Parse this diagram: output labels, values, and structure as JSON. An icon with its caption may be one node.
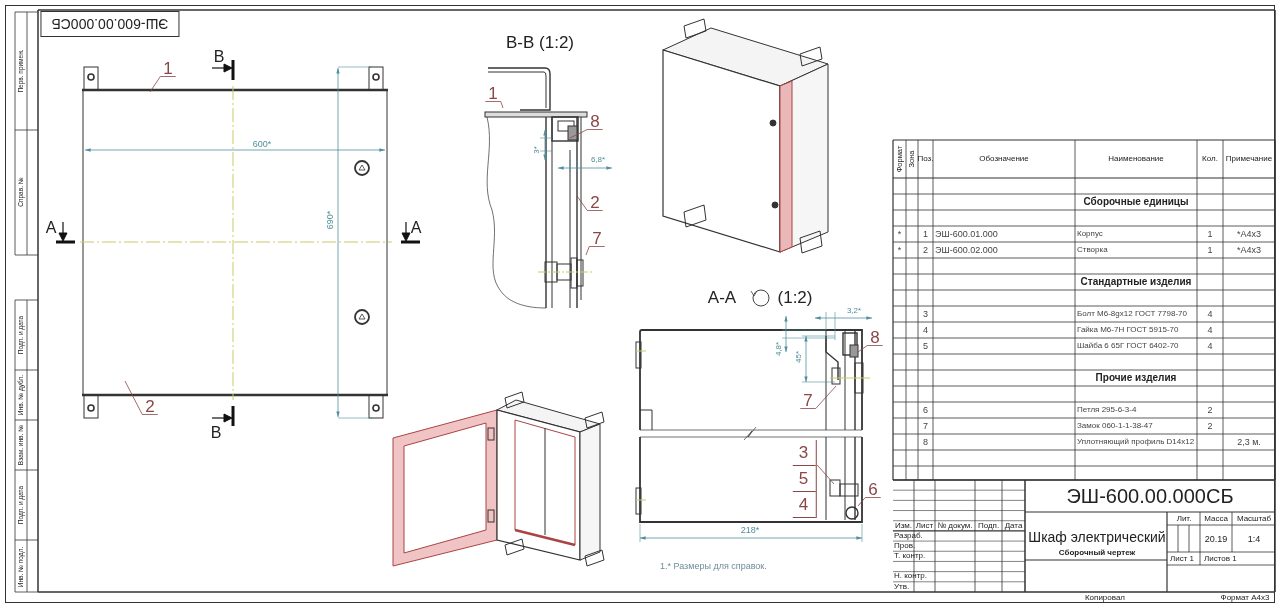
{
  "diagram": {
    "nodes": [
      {
        "text": [
          "1"
        ]
      },
      {
        "text": [
          "2"
        ]
      },
      {
        "text": [
          "1"
        ]
      },
      {
        "text": [
          "8"
        ]
      },
      {
        "text": [
          "2"
        ]
      },
      {
        "text": [
          "7"
        ]
      },
      {
        "text": [
          "8"
        ]
      },
      {
        "text": [
          "7"
        ]
      },
      {
        "text": [
          "3",
          "5",
          "4"
        ]
      },
      {
        "text": [
          "6"
        ]
      }
    ],
    "edges": [
      {
        "from": 0,
        "to": null,
        "arrow": "none"
      },
      {
        "from": 1,
        "to": null,
        "arrow": "none"
      },
      {
        "from": 2,
        "to": null,
        "arrow": "none"
      },
      {
        "from": 3,
        "to": null,
        "arrow": "none"
      },
      {
        "from": 4,
        "to": null,
        "arrow": "none"
      },
      {
        "from": 5,
        "to": null,
        "arrow": "none"
      },
      {
        "from": 6,
        "to": null,
        "arrow": "none"
      },
      {
        "from": 7,
        "to": null,
        "arrow": "none"
      },
      {
        "from": 8,
        "to": null,
        "arrow": "none"
      },
      {
        "from": 9,
        "to": null,
        "arrow": "none"
      }
    ],
    "labels": [
      "ЭШ-600.00.000СБ",
      "Перв. примен.",
      "Справ. №",
      "Подп. и дата",
      "Инв. № дубл.",
      "Взам. инв. №",
      "Подп. и дата",
      "Инв. № подл.",
      "B",
      "600*",
      "690*",
      "A",
      "A",
      "B",
      "B-B (1:2)",
      "3*",
      "6,8*",
      "A-A",
      "(1:2)",
      "3,2*",
      "4,8*",
      "45*",
      "218*",
      "1.* Размеры для справок.",
      "Формат",
      "Зона",
      "Поз.",
      "Обозначение",
      "Наименование",
      "Кол.",
      "Примечание",
      "Сборочные единицы",
      "*",
      "1",
      "ЭШ-600.01.000",
      "Корпус",
      "1",
      "*А4x3",
      "*",
      "2",
      "ЭШ-600.02.000",
      "Створка",
      "1",
      "*А4x3",
      "Стандартные изделия",
      "3",
      "Болт М6-8gx12 ГОСТ 7798-70",
      "4",
      "4",
      "Гайка М6-7Н ГОСТ 5915-70",
      "4",
      "5",
      "Шайба 6 65Г ГОСТ 6402-70",
      "4",
      "Прочие изделия",
      "6",
      "Петля 295-6-3-4",
      "2",
      "7",
      "Замок 060-1-1-38-47",
      "2",
      "8",
      "Уплотняющий профиль D14x12",
      "2,3 м.",
      "ЭШ-600.00.000СБ",
      "Изм.",
      "Лист",
      "№ докум.",
      "Подп.",
      "Дата",
      "Разраб.",
      "Пров.",
      "Т. контр.",
      "Н. контр.",
      "Утв.",
      "Шкаф электрический",
      "Сборочный чертеж",
      "Лит.",
      "Масса",
      "Масштаб",
      "20.19",
      "1:4",
      "Лист 1",
      "Листов 1",
      "Копировал",
      "Формат А4x3"
    ]
  }
}
